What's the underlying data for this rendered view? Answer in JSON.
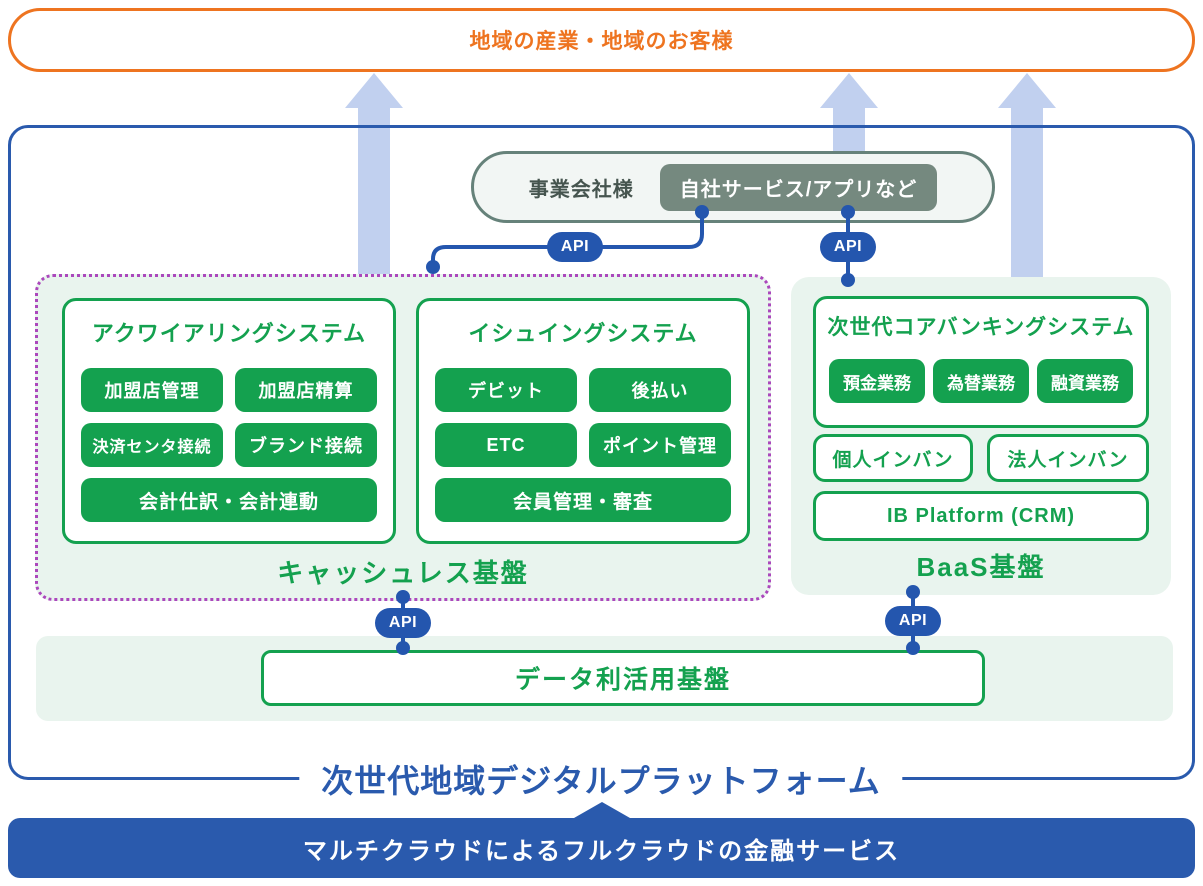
{
  "banner": {
    "label": "地域の産業・地域のお客様"
  },
  "business": {
    "label": "事業会社様",
    "service_box": "自社サービス/アプリなど"
  },
  "api_label": "API",
  "cashless": {
    "acquiring": {
      "title": "アクワイアリングシステム",
      "items": [
        "加盟店管理",
        "加盟店精算",
        "決済センタ接続",
        "ブランド接続",
        "会計仕訳・会計連動"
      ]
    },
    "issuing": {
      "title": "イシュイングシステム",
      "items": [
        "デビット",
        "後払い",
        "ETC",
        "ポイント管理",
        "会員管理・審査"
      ]
    },
    "label": "キャッシュレス基盤"
  },
  "baas": {
    "core_banking": {
      "title": "次世代コアバンキングシステム",
      "items": [
        "預金業務",
        "為替業務",
        "融資業務"
      ]
    },
    "outline_items": [
      "個人インバン",
      "法人インバン"
    ],
    "ib_platform": "IB Platform (CRM)",
    "label": "BaaS基盤"
  },
  "data_platform": {
    "label": "データ利活用基盤"
  },
  "platform_title": "次世代地域デジタルプラットフォーム",
  "footer": {
    "label": "マルチクラウドによるフルクラウドの金融サービス"
  },
  "colors": {
    "orange": "#ee7420",
    "blue": "#2a5aad",
    "api_blue": "#2456ae",
    "arrow_light_blue": "#c1d0ef",
    "green": "#14a14f",
    "light_green_panel": "#e9f4ee",
    "purple_dotted": "#ab47bc",
    "gray_green_border": "#66827a",
    "gray_green_fill": "#75897f",
    "pill_background": "#f2f6f4"
  }
}
